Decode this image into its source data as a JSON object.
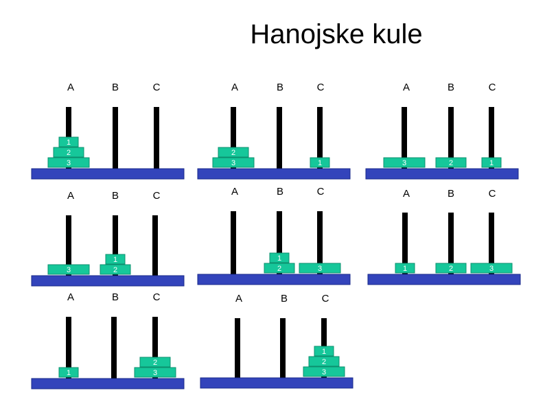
{
  "title": "Hanojske kule",
  "colors": {
    "base": "#3344bb",
    "base_edge": "#1a2a88",
    "peg": "#000000",
    "disk": "#16c79a",
    "disk_edge": "#0c8f6e",
    "disk_text": "#ffffff"
  },
  "peg_labels": [
    "A",
    "B",
    "C"
  ],
  "states": [
    {
      "pegs": [
        [
          "3",
          "2",
          "1"
        ],
        [],
        []
      ]
    },
    {
      "pegs": [
        [
          "3",
          "2"
        ],
        [],
        [
          "1"
        ]
      ]
    },
    {
      "pegs": [
        [
          "3"
        ],
        [
          "2"
        ],
        [
          "1"
        ]
      ]
    },
    {
      "pegs": [
        [
          "3"
        ],
        [
          "2",
          "1"
        ],
        []
      ]
    },
    {
      "pegs": [
        [],
        [
          "2",
          "1"
        ],
        [
          "3"
        ]
      ]
    },
    {
      "pegs": [
        [
          "1"
        ],
        [
          "2"
        ],
        [
          "3"
        ]
      ]
    },
    {
      "pegs": [
        [
          "1"
        ],
        [],
        [
          "3",
          "2"
        ]
      ]
    },
    {
      "pegs": [
        [],
        [],
        [
          "3",
          "2",
          "1"
        ]
      ]
    }
  ]
}
